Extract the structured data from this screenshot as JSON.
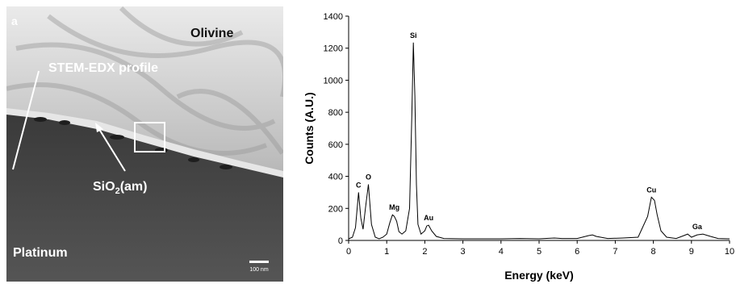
{
  "micrograph": {
    "panel_label": "a",
    "labels": {
      "olivine": "Olivine",
      "stem_edx_profile": "STEM-EDX profile",
      "sio2_main": "SiO",
      "sio2_sub": "2",
      "sio2_suffix": "(am)",
      "platinum": "Platinum"
    },
    "scale_bar": "100 nm"
  },
  "chart_data": {
    "type": "line",
    "title": "",
    "xlabel": "Energy (keV)",
    "ylabel": "Counts (A.U.)",
    "xlim": [
      0,
      10
    ],
    "ylim": [
      0,
      1400
    ],
    "x_ticks": [
      0,
      1,
      2,
      3,
      4,
      5,
      6,
      7,
      8,
      9,
      10
    ],
    "y_ticks": [
      0,
      200,
      400,
      600,
      800,
      1000,
      1200,
      1400
    ],
    "grid": false,
    "line_color": "#000000",
    "series": [
      {
        "x": [
          0.0,
          0.1,
          0.18,
          0.26,
          0.32,
          0.38,
          0.44,
          0.52,
          0.6,
          0.7,
          0.8,
          0.9,
          1.0,
          1.08,
          1.15,
          1.2,
          1.26,
          1.32,
          1.4,
          1.5,
          1.6,
          1.66,
          1.7,
          1.74,
          1.78,
          1.82,
          1.9,
          2.0,
          2.05,
          2.1,
          2.18,
          2.3,
          2.5,
          3.0,
          3.5,
          4.0,
          4.5,
          5.0,
          5.4,
          5.6,
          6.0,
          6.3,
          6.4,
          6.5,
          6.8,
          7.2,
          7.6,
          7.85,
          7.95,
          8.03,
          8.1,
          8.2,
          8.35,
          8.6,
          8.8,
          8.9,
          9.0,
          9.15,
          9.3,
          9.5,
          9.7,
          10.0
        ],
        "y": [
          10,
          20,
          80,
          300,
          140,
          70,
          200,
          350,
          100,
          20,
          10,
          20,
          40,
          110,
          160,
          150,
          120,
          55,
          40,
          60,
          200,
          800,
          1235,
          900,
          350,
          100,
          40,
          60,
          90,
          95,
          60,
          25,
          12,
          10,
          10,
          10,
          12,
          10,
          15,
          12,
          12,
          30,
          35,
          25,
          12,
          15,
          20,
          150,
          270,
          250,
          160,
          60,
          20,
          12,
          30,
          40,
          20,
          35,
          40,
          25,
          12,
          10
        ]
      }
    ],
    "peak_labels": [
      {
        "text": "C",
        "x": 0.26,
        "y": 300
      },
      {
        "text": "O",
        "x": 0.52,
        "y": 350
      },
      {
        "text": "Mg",
        "x": 1.2,
        "y": 160
      },
      {
        "text": "Si",
        "x": 1.7,
        "y": 1235
      },
      {
        "text": "Au",
        "x": 2.1,
        "y": 95
      },
      {
        "text": "Cu",
        "x": 7.95,
        "y": 270
      },
      {
        "text": "Ga",
        "x": 9.15,
        "y": 40
      }
    ]
  }
}
